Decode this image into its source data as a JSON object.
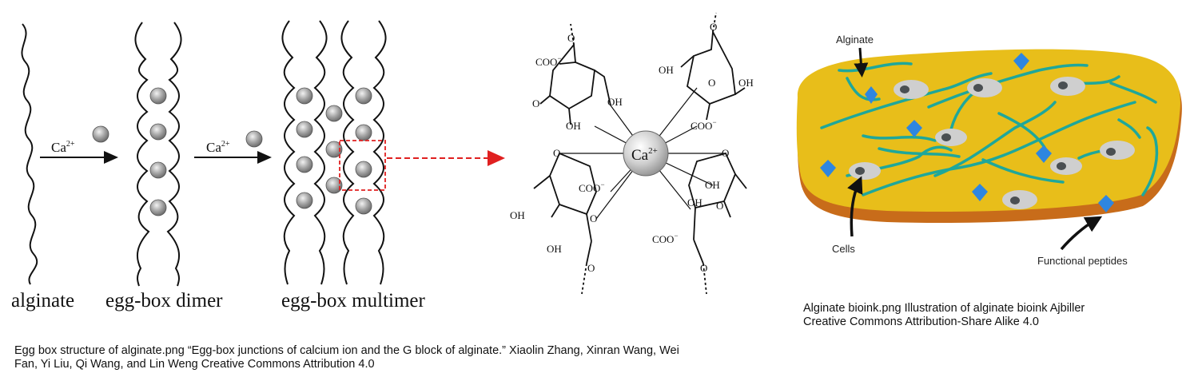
{
  "eggbox": {
    "labels": {
      "alginate": "alginate",
      "dimer": "egg-box dimer",
      "multimer": "egg-box multimer"
    },
    "ion_label": "Ca",
    "ion_charge": "2+",
    "colors": {
      "chain": "#111111",
      "ion": "#9a9a9a",
      "highlight": "#e02020"
    }
  },
  "molecule": {
    "center_label": "Ca",
    "center_charge": "2+",
    "groups": {
      "coo_top_left": "COO",
      "coo_mid_left": "COO",
      "coo_top_right": "COO",
      "coo_bottom_right": "COO",
      "oh_1": "OH",
      "oh_2": "OH",
      "oh_3": "OH",
      "oh_4": "OH",
      "oh_5": "OH",
      "oh_6": "OH",
      "oh_7": "OH",
      "oh_8": "OH"
    },
    "minus": "−",
    "oxygen": "O"
  },
  "bioink": {
    "labels": {
      "alginate": "Alginate",
      "cells": "Cells",
      "peptides": "Functional peptides"
    },
    "colors": {
      "body": "#e8be1a",
      "rim": "#c86c1a",
      "fiber": "#1fa79a",
      "cell": "#cfcfcf",
      "nucleus": "#4a4f52",
      "peptide": "#2e86e0"
    }
  },
  "captions": {
    "left_line1": "Egg box structure of alginate.png “Egg-box junctions of calcium ion and the G block of alginate.”  Xiaolin Zhang, Xinran Wang, Wei",
    "left_line2": "Fan, Yi Liu, Qi Wang, and Lin Weng Creative Commons Attribution 4.0",
    "right_line1": "Alginate bioink.png Illustration of alginate bioink Ajbiller",
    "right_line2": "Creative Commons Attribution-Share Alike 4.0"
  }
}
